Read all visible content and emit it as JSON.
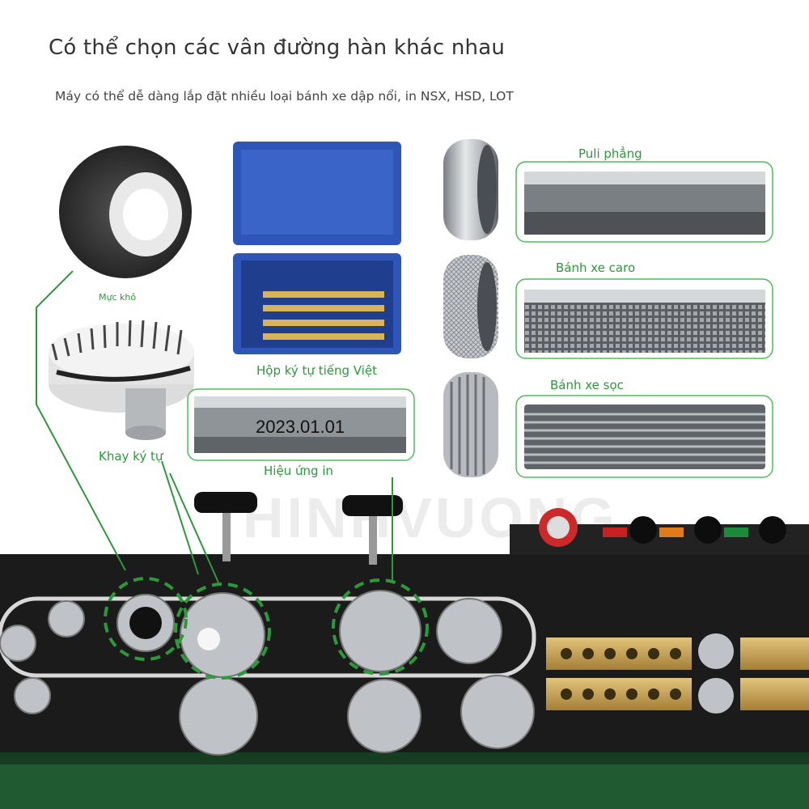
{
  "header": {
    "title": "Có thể chọn các vân đường hàn khác nhau",
    "subtitle": "Máy có thể dễ dàng lắp đặt nhiều loại bánh xe dập nổi, in NSX, HSD, LOT"
  },
  "labels": {
    "ink_roll": "Mực khô",
    "char_tray": "Khay ký tự",
    "char_box": "Hộp ký tự tiếng Việt",
    "print_effect": "Hiệu ứng in",
    "flat_pulley": "Puli phẳng",
    "diamond_wheel": "Bánh xe caro",
    "striped_wheel": "Bánh xe sọc"
  },
  "print_sample": "2023.01.01",
  "watermark": "HINHVUONG",
  "colors": {
    "accent_green": "#2a9a3a",
    "box_blue": "#2d56b8",
    "panel_black": "#1b1b1b"
  }
}
